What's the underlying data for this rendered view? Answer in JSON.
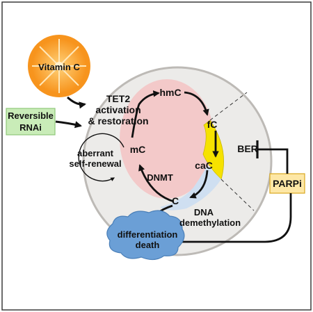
{
  "labels": {
    "vitamin_c": "Vitamin C",
    "reversible_rnai": [
      "Reversible",
      "RNAi"
    ],
    "tet2": [
      "TET2",
      "activation",
      "& restoration"
    ],
    "hmc": "hmC",
    "mc": "mC",
    "fc": "fC",
    "cac": "caC",
    "c": "C",
    "dnmt": "DNMT",
    "ber": "BER",
    "parpi": "PARPi",
    "aberrant": [
      "aberrant",
      "self-renewal"
    ],
    "dna_demethylation": [
      "DNA",
      "demethylation"
    ],
    "outcome": [
      "differentiation",
      "death"
    ]
  },
  "colors": {
    "cell_fill": "#ecebe9",
    "cell_stroke": "#bdbab6",
    "nucleus_fill": "#f3c9c9",
    "yellow_band": "#f6e200",
    "blue_band": "#cfdff1",
    "cloud_fill": "#6b9fd6",
    "orange": "#f7941d",
    "rnai_fill": "#c9ecb8",
    "parpi_fill": "#fde7a6",
    "arrow": "#111111"
  }
}
